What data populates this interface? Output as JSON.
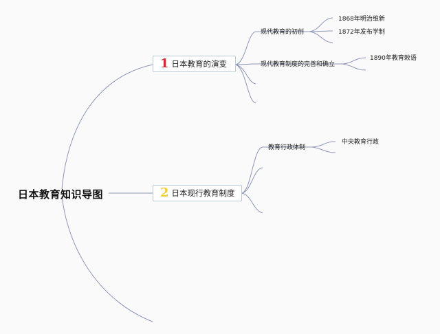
{
  "root": {
    "title": "日本教育知识导图"
  },
  "branches": [
    {
      "number": "1",
      "label": "日本教育的演变",
      "number_color": "#d42a33",
      "children": [
        {
          "label": "现代教育的初创",
          "children": [
            "1868年明治维新",
            "1872年发布学制"
          ]
        },
        {
          "label": "现代教育制度的完善和确立",
          "children": [
            "1890年教育敕语"
          ]
        }
      ]
    },
    {
      "number": "2",
      "label": "日本现行教育制度",
      "number_color": "#f0cc36",
      "children": [
        {
          "label": "教育行政体制",
          "children": [
            "中央教育行政"
          ]
        }
      ]
    }
  ],
  "colors": {
    "connector": "#8d95b8",
    "box_border": "#b9cbd4",
    "background": "#fafafa"
  }
}
